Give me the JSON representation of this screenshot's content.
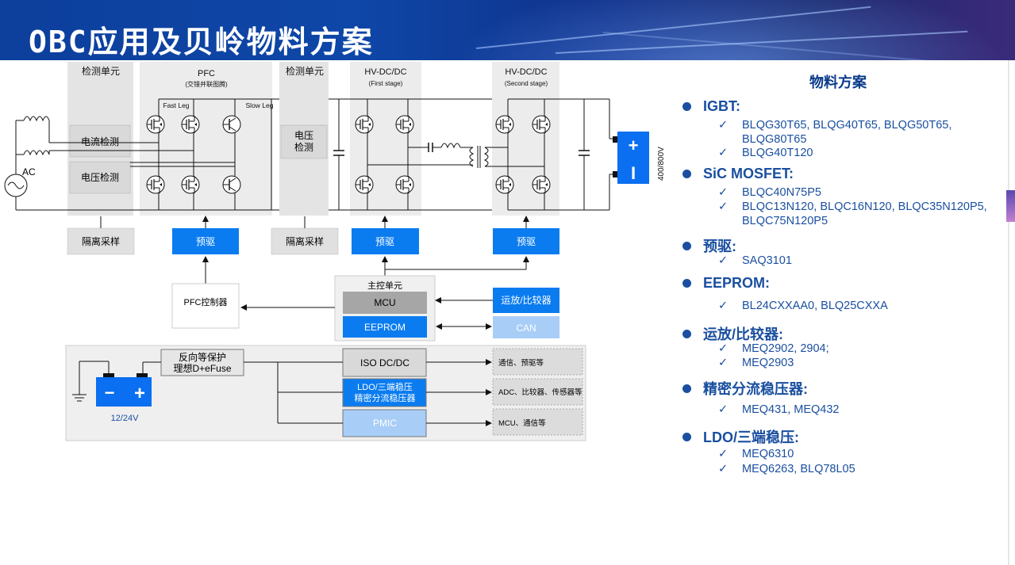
{
  "page_title": "OBC应用及贝岭物料方案",
  "diagram": {
    "blocks": {
      "detect_unit_1": "检测单元",
      "current_detect": "电流检测",
      "voltage_detect": "电压检测",
      "pfc_title": "PFC",
      "pfc_sub": "(交错并联图腾)",
      "fast_leg": "Fast Leg",
      "slow_leg": "Slow Leg",
      "detect_unit_2": "检测单元",
      "voltage_detect_2a": "电压",
      "voltage_detect_2b": "检测",
      "hv_dcdc_1": "HV-DC/DC",
      "hv_dcdc_1_sub": "(First stage)",
      "hv_dcdc_2": "HV-DC/DC",
      "hv_dcdc_2_sub": "(Second stage)",
      "ac": "AC",
      "output_voltage": "400/800V",
      "plus": "+",
      "minus": "I",
      "isolation_sampling_1": "隔离采样",
      "isolation_sampling_2": "隔离采样",
      "predriver_1": "预驱",
      "predriver_2": "预驱",
      "predriver_3": "预驱",
      "pfc_controller": "PFC控制器",
      "main_control": "主控单元",
      "mcu": "MCU",
      "eeprom": "EEPROM",
      "opamp": "运放/比较器",
      "can": "CAN",
      "reverse_protect_1": "反向等保护",
      "reverse_protect_2": "理想D+eFuse",
      "iso_dcdc": "ISO DC/DC",
      "ldo_1": "LDO/三端稳压",
      "ldo_2": "精密分流稳压器",
      "pmic": "PMIC",
      "out_1": "通信、预驱等",
      "out_2": "ADC、比较器、传感器等",
      "out_3": "MCU、通信等",
      "battery_voltage": "12/24V",
      "battery_minus": "−",
      "battery_plus": "+"
    }
  },
  "materials": {
    "title": "物料方案",
    "categories": [
      {
        "name": "IGBT:",
        "items": [
          "BLQG30T65, BLQG40T65, BLQG50T65, BLQG80T65",
          "BLQG40T120"
        ]
      },
      {
        "name": "SiC MOSFET:",
        "items": [
          "BLQC40N75P5",
          "BLQC13N120, BLQC16N120, BLQC35N120P5, BLQC75N120P5"
        ]
      },
      {
        "name": "预驱:",
        "items": [
          "SAQ3101"
        ]
      },
      {
        "name": "EEPROM:",
        "items": [
          "BL24CXXAA0, BLQ25CXXA"
        ]
      },
      {
        "name": "运放/比较器:",
        "items": [
          "MEQ2902, 2904;",
          "MEQ2903"
        ]
      },
      {
        "name": "精密分流稳压器:",
        "items": [
          "MEQ431, MEQ432"
        ]
      },
      {
        "name": "LDO/三端稳压:",
        "items": [
          "MEQ6310",
          "MEQ6263, BLQ78L05"
        ]
      }
    ]
  },
  "colors": {
    "header_blue": "#0e47a8",
    "accent_blue": "#0a7cf0",
    "light_blue": "#a8cdf7",
    "text_blue": "#1a4fa0",
    "block_gray": "#e4e4e4"
  }
}
